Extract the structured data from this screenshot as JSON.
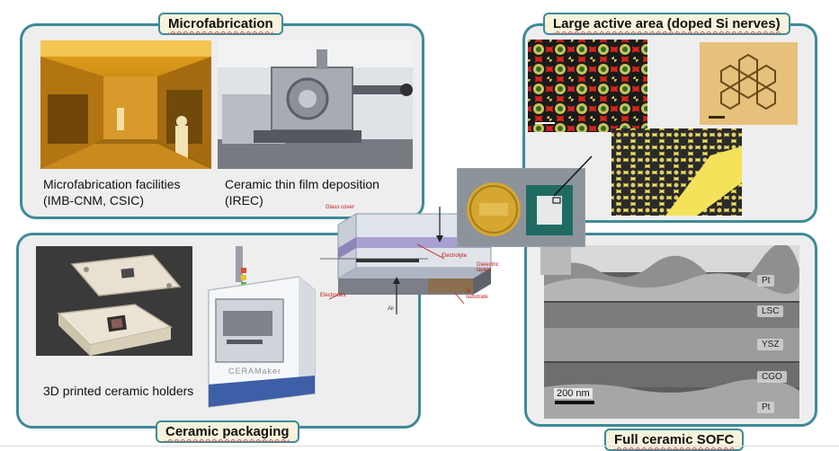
{
  "panels": {
    "microfabrication": {
      "title": "Microfabrication",
      "caption_left_1": "Microfabrication facilities",
      "caption_left_2": "(IMB-CNM, CSIC)",
      "caption_right_1": "Ceramic thin film deposition",
      "caption_right_2": "(IREC)"
    },
    "active_area": {
      "title": "Large active area (doped Si nerves)"
    },
    "packaging": {
      "title": "Ceramic packaging",
      "caption": "3D printed ceramic holders",
      "machine_brand": "CERAMaker"
    },
    "sofc": {
      "title": "Full ceramic SOFC",
      "layers": [
        "Pt",
        "LSC",
        "YSZ",
        "CGO",
        "Pt"
      ],
      "scale_bar": "200 nm"
    }
  },
  "center_diagram": {
    "labels": {
      "glass_cover": "Glass cover",
      "electrolyte": "Electrolyte",
      "dielectric": "Dielectric layers",
      "electrodes": "Electrodes",
      "substrate": "Si substrate",
      "air": "Air"
    }
  },
  "colors": {
    "panel_border": "#3f8a98",
    "title_fill": "#f7f2dc",
    "diagram_label": "#c01818"
  }
}
